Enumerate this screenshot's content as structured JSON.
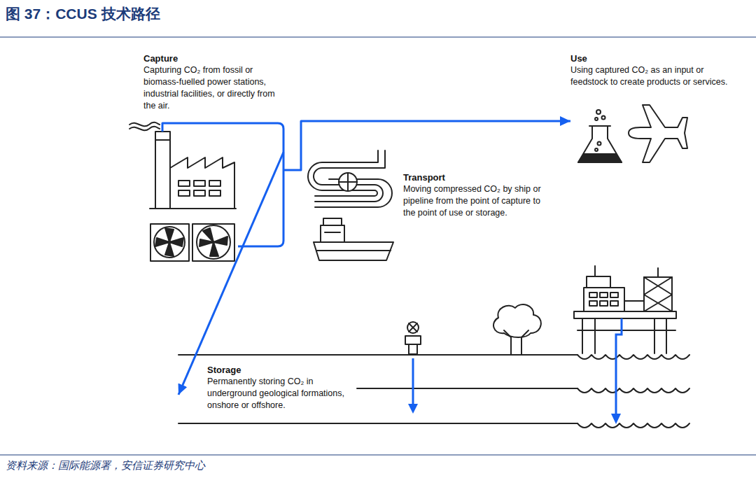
{
  "diagram": {
    "title": "图 37：CCUS 技术路径",
    "caption": "资料来源：国际能源署，安信证券研究中心",
    "nodes": [
      {
        "text": [
          "Capture",
          "Capturing CO₂ from fossil or biomass-fuelled power stations, industrial facilities, or directly from the air."
        ]
      },
      {
        "text": [
          "Use",
          "Using captured CO₂ as an input or feedstock to create products or services."
        ]
      },
      {
        "text": [
          "Transport",
          "Moving compressed CO₂ by ship or pipeline from the point of capture to the point of use or storage."
        ]
      },
      {
        "text": [
          "Storage",
          "Permanently storing CO₂ in underground geological formations, onshore or offshore."
        ]
      }
    ],
    "edges": [
      {
        "from": 0,
        "to": 1,
        "arrow": "to"
      },
      {
        "from": 0,
        "to": 3,
        "arrow": "to"
      }
    ]
  }
}
